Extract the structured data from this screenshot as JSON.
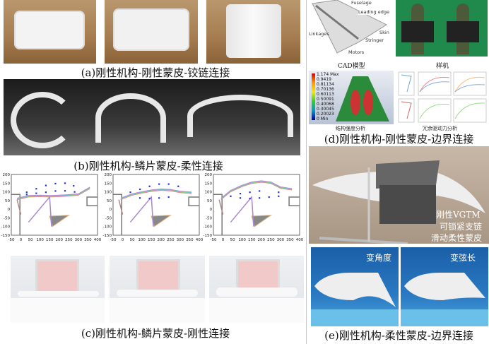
{
  "panel_a": {
    "caption": "(a)刚性机构-刚性蒙皮-铰链连接"
  },
  "panel_b": {
    "caption": "(b)刚性机构-鳞片蒙皮-柔性连接"
  },
  "panel_c": {
    "caption": "(c)刚性机构-鳞片蒙皮-刚性连接"
  },
  "panel_d": {
    "caption": "(d)刚性机构-刚性蒙皮-边界连接",
    "cad_label": "CAD模型",
    "prototype_label": "样机",
    "strength_label": "结构强度分析",
    "dynamics_label": "冗余驱动力分析",
    "cad_callouts": [
      "Fuselage",
      "Leading edge",
      "Skin",
      "Stringer",
      "Motors",
      "Linkages"
    ],
    "fea_legend": [
      "1.174 Max",
      "0.9419",
      "0.81134",
      "0.70136",
      "0.60113",
      "0.50091",
      "0.40068",
      "0.30045",
      "0.20023",
      "0 Min"
    ]
  },
  "panel_e": {
    "caption": "(e)刚性机构-柔性蒙皮-边界连接",
    "render_labels": [
      "刚性VGTM",
      "可锁紧支链",
      "滑动柔性蒙皮"
    ],
    "photo_labels": [
      "变角度",
      "变弦长"
    ]
  },
  "chart_data": [
    {
      "type": "line",
      "title": "",
      "xlim": [
        -50,
        400
      ],
      "ylim": [
        -150,
        200
      ],
      "xticks": [
        "-50",
        "0",
        "50",
        "100",
        "150",
        "200",
        "250",
        "300",
        "350",
        "400"
      ],
      "yticks": [
        "200",
        "150",
        "100",
        "50",
        "0",
        "-50",
        "-100",
        "-150"
      ],
      "targets": [
        [
          30,
          98
        ],
        [
          30,
          85
        ],
        [
          80,
          118
        ],
        [
          80,
          92
        ],
        [
          130,
          137
        ],
        [
          130,
          98
        ],
        [
          180,
          148
        ],
        [
          180,
          105
        ],
        [
          230,
          150
        ],
        [
          230,
          106
        ],
        [
          275,
          135
        ],
        [
          280,
          100
        ]
      ],
      "linkage": [
        [
          -20,
          55
        ],
        [
          40,
          70
        ],
        [
          100,
          72
        ],
        [
          150,
          70
        ],
        [
          200,
          72
        ],
        [
          250,
          75
        ],
        [
          300,
          80
        ],
        [
          360,
          118
        ]
      ]
    },
    {
      "type": "line",
      "title": "",
      "xlim": [
        -50,
        400
      ],
      "ylim": [
        -150,
        200
      ],
      "xticks": [
        "-50",
        "0",
        "50",
        "100",
        "150",
        "200",
        "250",
        "300",
        "350",
        "400"
      ],
      "yticks": [
        "200",
        "150",
        "100",
        "50",
        "0",
        "-50",
        "-100",
        "-150"
      ],
      "targets": [
        [
          40,
          98
        ],
        [
          90,
          115
        ],
        [
          90,
          65
        ],
        [
          140,
          132
        ],
        [
          140,
          62
        ],
        [
          190,
          145
        ],
        [
          190,
          65
        ],
        [
          240,
          145
        ],
        [
          240,
          70
        ],
        [
          290,
          132
        ]
      ],
      "linkage": [
        [
          -10,
          55
        ],
        [
          50,
          80
        ],
        [
          100,
          92
        ],
        [
          150,
          102
        ],
        [
          200,
          108
        ],
        [
          250,
          105
        ],
        [
          300,
          95
        ],
        [
          360,
          90
        ]
      ]
    },
    {
      "type": "line",
      "title": "",
      "xlim": [
        -50,
        400
      ],
      "ylim": [
        -150,
        200
      ],
      "xticks": [
        "-50",
        "0",
        "50",
        "100",
        "150",
        "200",
        "250",
        "300",
        "350",
        "400"
      ],
      "yticks": [
        "200",
        "150",
        "100",
        "50",
        "0",
        "-50",
        "-100",
        "-150"
      ],
      "targets": [
        [
          40,
          75
        ],
        [
          90,
          90
        ],
        [
          90,
          65
        ],
        [
          140,
          98
        ],
        [
          140,
          62
        ],
        [
          190,
          105
        ],
        [
          190,
          65
        ],
        [
          240,
          70
        ],
        [
          290,
          98
        ],
        [
          290,
          75
        ]
      ],
      "linkage": [
        [
          -10,
          55
        ],
        [
          40,
          100
        ],
        [
          100,
          130
        ],
        [
          150,
          148
        ],
        [
          200,
          155
        ],
        [
          250,
          148
        ],
        [
          300,
          120
        ],
        [
          360,
          110
        ]
      ]
    }
  ]
}
